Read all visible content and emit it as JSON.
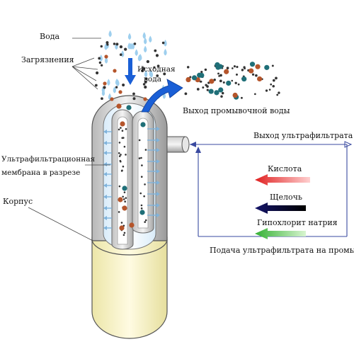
{
  "labels": {
    "water": "Вода",
    "contaminants": "Загрязнения",
    "source_water": [
      "Исходная",
      "вода"
    ],
    "wash_outlet": "Выход промывочной воды",
    "ultrafiltrate_outlet": "Выход ультрафильтрата",
    "membrane_section": [
      "Ультрафильтрационная",
      "мембрана в разрезе"
    ],
    "housing": "Корпус",
    "acid": "Кислота",
    "alkali": "Щелочь",
    "hypochlorite": "Гипохлорит натрия",
    "backwash_supply": "Подача  ультрафильтрата на промывку"
  },
  "colors": {
    "water_drop": "#9ecfee",
    "particle_dark": "#333333",
    "particle_brown": "#b5552b",
    "particle_teal": "#1f6f78",
    "flow_arrow": "#1a5fd6",
    "acid_arrow": "#e02020",
    "alkali_arrow": "#15156a",
    "hypochlorite_arrow": "#33b033",
    "housing_fill": "#f5f0c0",
    "pipe_line": "#3a4aa0"
  },
  "icons": {
    "source_arrow": "down-arrow-icon",
    "wash_arrow": "curved-arrow-icon",
    "chemical_arrows": "left-arrow-icon"
  }
}
